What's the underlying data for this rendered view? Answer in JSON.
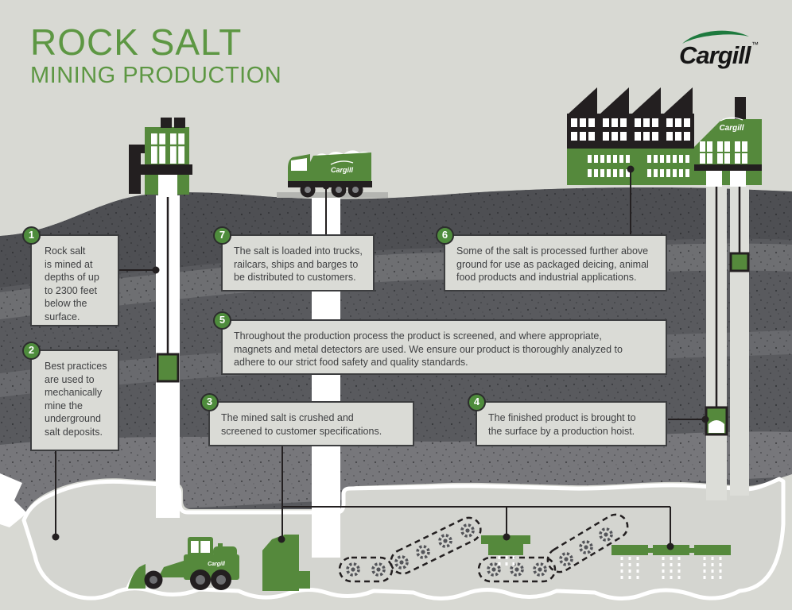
{
  "header": {
    "title": "ROCK SALT",
    "subtitle": "MINING PRODUCTION"
  },
  "brand": {
    "name": "Cargill",
    "trademark": "™"
  },
  "callouts": [
    {
      "number": "1",
      "text": "Rock salt\nis mined at\ndepths of up\nto 2300 feet\nbelow the\nsurface."
    },
    {
      "number": "2",
      "text": "Best practices\nare used to\nmechanically\nmine the\nunderground\nsalt deposits."
    },
    {
      "number": "3",
      "text": "The mined salt is crushed and\nscreened to customer specifications."
    },
    {
      "number": "4",
      "text": "The finished product is brought to\nthe surface by a production hoist."
    },
    {
      "number": "5",
      "text": "Throughout the production process the product is screened, and where appropriate,\nmagnets and metal detectors are used. We ensure our product is thoroughly analyzed to\nadhere to our strict food safety and quality standards."
    },
    {
      "number": "6",
      "text": "Some of the salt is processed further above\nground for use as packaged deicing, animal\nfood products and industrial applications."
    },
    {
      "number": "7",
      "text": "The salt is loaded into trucks,\nrailcars, ships and barges to\nbe distributed to customers."
    }
  ],
  "colors": {
    "title_green": "#5d9743",
    "equipment_green": "#55893c",
    "logo_green": "#1e7a3e",
    "underground_gray": "#525357",
    "paper": "#d8d9d3",
    "callout_bg": "#dadbd6",
    "ink_black": "#231f20"
  }
}
